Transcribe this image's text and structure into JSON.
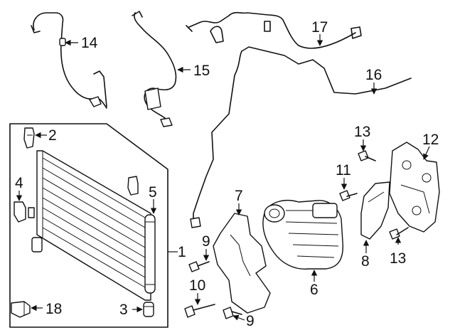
{
  "callouts": [
    {
      "id": "1",
      "label": "1"
    },
    {
      "id": "2",
      "label": "2"
    },
    {
      "id": "3",
      "label": "3"
    },
    {
      "id": "4",
      "label": "4"
    },
    {
      "id": "5",
      "label": "5"
    },
    {
      "id": "6",
      "label": "6"
    },
    {
      "id": "7",
      "label": "7"
    },
    {
      "id": "8",
      "label": "8"
    },
    {
      "id": "9a",
      "label": "9"
    },
    {
      "id": "9b",
      "label": "9"
    },
    {
      "id": "10",
      "label": "10"
    },
    {
      "id": "11",
      "label": "11"
    },
    {
      "id": "12",
      "label": "12"
    },
    {
      "id": "13a",
      "label": "13"
    },
    {
      "id": "13b",
      "label": "13"
    },
    {
      "id": "14",
      "label": "14"
    },
    {
      "id": "15",
      "label": "15"
    },
    {
      "id": "16",
      "label": "16"
    },
    {
      "id": "17",
      "label": "17"
    },
    {
      "id": "18",
      "label": "18"
    }
  ],
  "colors": {
    "line": "#111111",
    "background": "#ffffff"
  }
}
